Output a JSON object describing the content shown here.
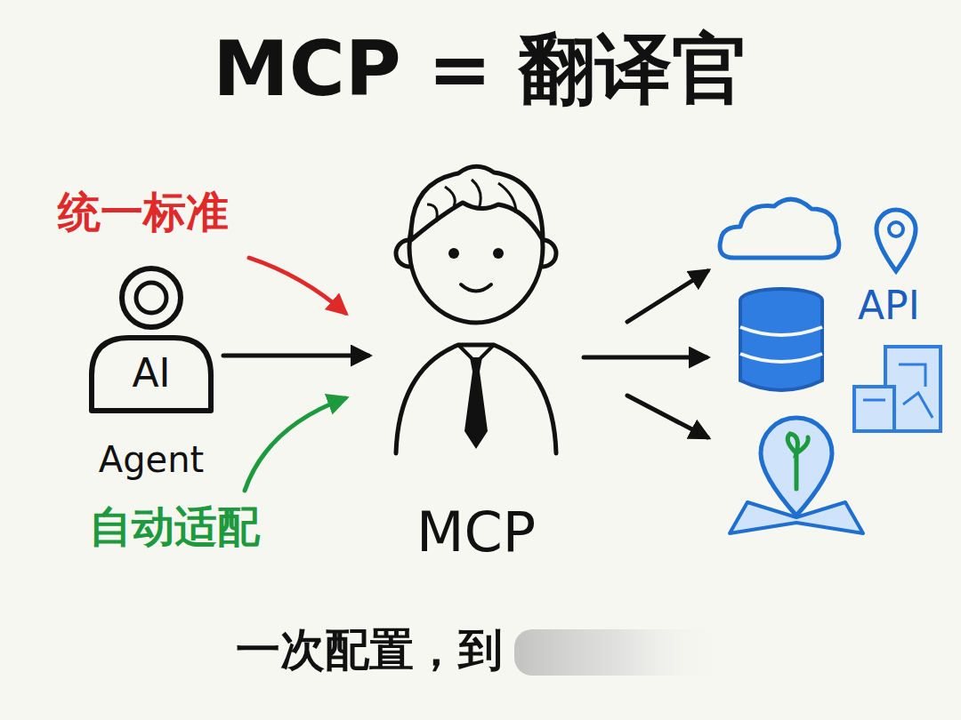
{
  "diagram": {
    "title": "MCP = 翻译官",
    "caption": "一次配置，到",
    "nodes": [
      {
        "text": [
          "AI",
          "Agent"
        ]
      },
      {
        "text": [
          "MCP"
        ]
      },
      {
        "text": [
          "API"
        ]
      }
    ],
    "edges": [
      {
        "from": 0,
        "to": 1,
        "arrow": "to"
      },
      {
        "from": 1,
        "to": 2,
        "arrow": "to"
      }
    ],
    "labels": [
      "统一标准",
      "自动适配"
    ]
  }
}
